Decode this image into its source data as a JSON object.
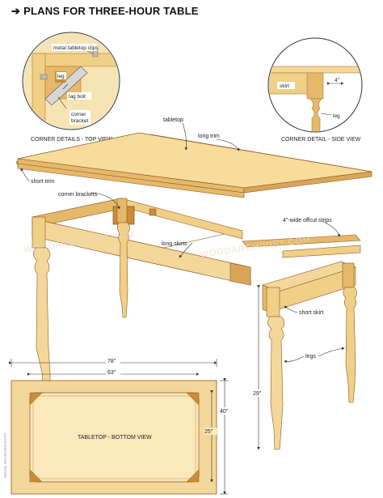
{
  "title": "PLANS FOR THREE-HOUR TABLE",
  "title_icon": "right-arrow-icon",
  "colors": {
    "wood_light": "#f4d79a",
    "wood_mid": "#e6b86a",
    "wood_dark": "#c98d3c",
    "leader_line": "#333333"
  },
  "details": {
    "top_view": {
      "caption": "CORNER DETAILS - TOP VIEW",
      "clips_label": "metal tabletop clips",
      "leg_label": "leg",
      "lag_bolt_label": "lag bolt",
      "corner_bracket_label": "corner\nbracket",
      "corner_bracket_line1": "corner",
      "corner_bracket_line2": "bracket"
    },
    "side_view": {
      "caption": "CORNER DETAIL - SIDE VIEW",
      "skirt_label": "skirt",
      "leg_label": "leg",
      "dimension": "4\""
    }
  },
  "main": {
    "tabletop": "tabletop",
    "long_trim": "long trim",
    "short_trim": "short trim",
    "corner_brackets": "corner brackets",
    "offcut_strips": "4\"-wide offcut strips",
    "long_skirts": "long skirts",
    "short_skirt": "short skirt",
    "legs": "legs",
    "height": "29\""
  },
  "bottom_view": {
    "caption": "TABLETOP - BOTTOM VIEW",
    "overall_length": "78\"",
    "inner_length": "63\"",
    "overall_width": "40\"",
    "inner_width": "25\""
  },
  "watermark": "WOODARCHIVIST.COM",
  "side_credit": "IMAGE: WOODARCHIVIST"
}
